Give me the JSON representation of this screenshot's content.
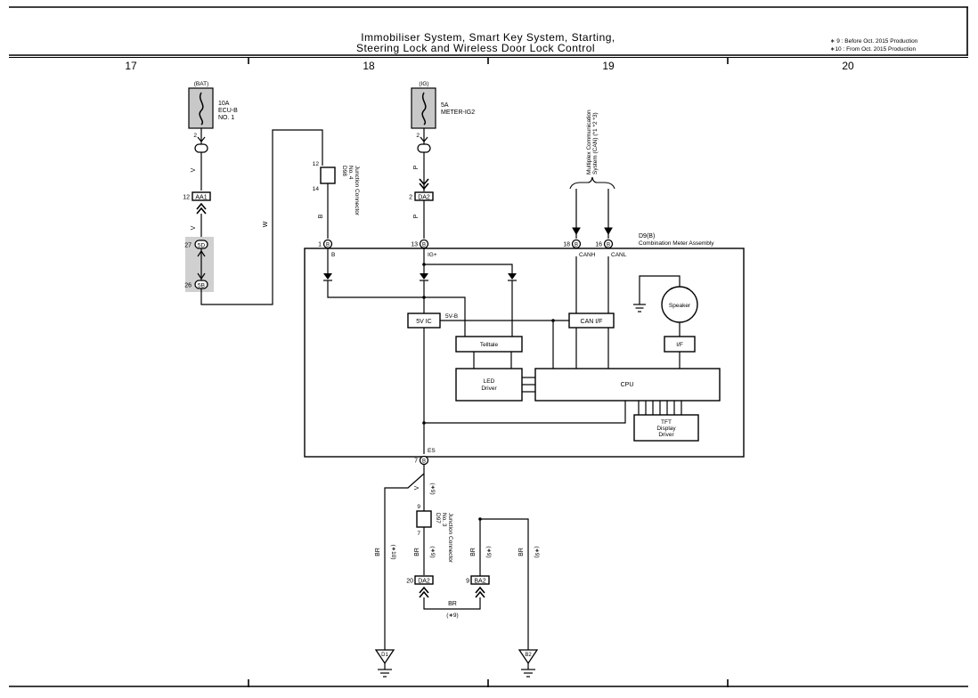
{
  "title": {
    "line1": "Immobiliser System,  Smart Key System,  Starting,",
    "line2": "Steering Lock and Wireless Door Lock Control"
  },
  "notes": {
    "n9": "∗ 9 : Before Oct.  2015 Production",
    "n10": "∗10 : From Oct.  2015 Production"
  },
  "columns": [
    "17",
    "18",
    "19",
    "20"
  ],
  "power": {
    "bat": {
      "source": "(BAT)",
      "fuse_amp": "10A",
      "fuse_name1": "ECU-B",
      "fuse_name2": "NO. 1",
      "pin": "2"
    },
    "ig": {
      "source": "(IG)",
      "fuse_amp": "5A",
      "fuse_name1": "METER-IG2",
      "pin": "2"
    }
  },
  "connectors": {
    "aa1": {
      "label": "AA1",
      "pin": "12"
    },
    "d5_top": {
      "label": "5D",
      "pin": "27"
    },
    "d5_bottom": {
      "label": "5B",
      "pin": "26"
    },
    "d98": {
      "top_pin": "12",
      "bottom_pin": "14",
      "label1": "D98",
      "label2": "No. 4",
      "label3": "Junction Connector"
    },
    "da2_top": {
      "label": "DA2",
      "pin": "2"
    },
    "d97": {
      "top_pin": "9",
      "bottom_pin": "7",
      "label1": "D97",
      "label2": "No. 3",
      "label3": "Junction Connector"
    },
    "da2_bottom": {
      "label": "DA2",
      "pin": "20"
    },
    "ba2": {
      "label": "BA2",
      "pin": "9"
    }
  },
  "wire_colors": {
    "v1": "V",
    "v2": "V",
    "w": "W",
    "b": "B",
    "p1": "P",
    "p2": "P",
    "v_es": "V",
    "br1": "BR",
    "br2": "BR",
    "br3": "BR",
    "br4": "BR",
    "br5": "BR"
  },
  "variants": {
    "v9a": "(∗9)",
    "v9b": "(∗9)",
    "v9c": "(∗9)",
    "v9d": "(∗9)",
    "v9e": "(∗9)",
    "v10a": "(∗10)"
  },
  "can_bus": {
    "label1": "Multiplex Communication",
    "label2": "System (CAN) (*1 *2 *3)"
  },
  "meter": {
    "id": "D9(B)",
    "name": "Combination Meter Assembly",
    "pins": {
      "b": {
        "num": "1",
        "name": "B"
      },
      "ig": {
        "num": "13",
        "name": "IG+"
      },
      "canh": {
        "num": "18",
        "name": "CANH"
      },
      "canl": {
        "num": "16",
        "name": "CANL"
      },
      "es": {
        "num": "7",
        "name": "ES"
      }
    },
    "blocks": {
      "vic": "5V IC",
      "vb": "5V-B",
      "canif": "CAN I/F",
      "speaker": "Speaker",
      "if": "I/F",
      "telltale": "Telltale",
      "led1": "LED",
      "led2": "Driver",
      "cpu": "CPU",
      "tft1": "TFT",
      "tft2": "Display",
      "tft3": "Driver"
    }
  },
  "grounds": {
    "d1": "D1",
    "b2": "B2"
  }
}
